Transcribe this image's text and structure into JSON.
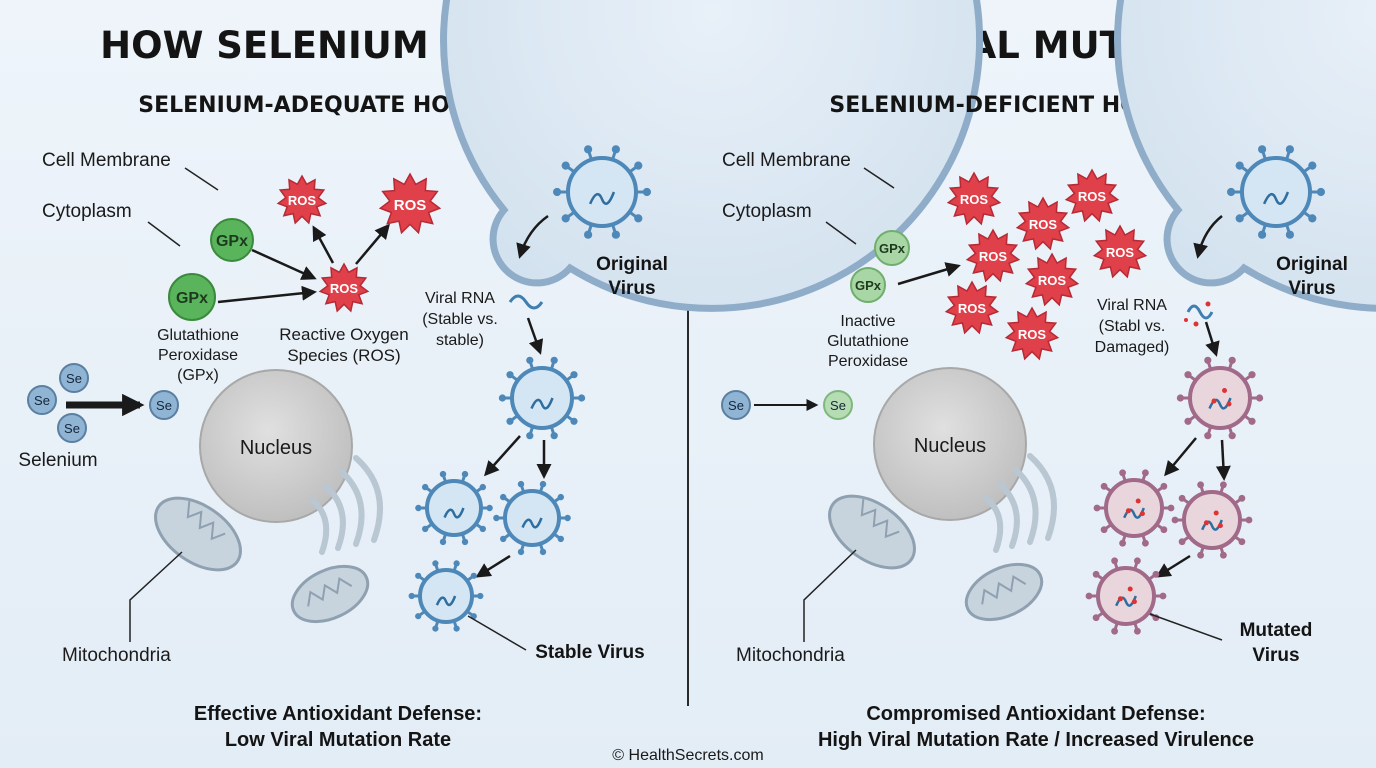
{
  "title": "HOW SELENIUM DEFICIENCY PERMITS VIRAL MUTATIONS",
  "left": {
    "heading": "SELENIUM-ADEQUATE HOST CELL",
    "cell_membrane": "Cell Membrane",
    "cytoplasm": "Cytoplasm",
    "gpx": "GPx",
    "gpx_label": [
      "Glutathione",
      "Peroxidase",
      "(GPx)"
    ],
    "ros": "ROS",
    "ros_label": [
      "Reactive Oxygen",
      "Species (ROS)"
    ],
    "viral_rna_label": [
      "Viral RNA",
      "(Stable vs.",
      "stable)"
    ],
    "original_virus": [
      "Original",
      "Virus"
    ],
    "se": "Se",
    "selenium": "Selenium",
    "nucleus": "Nucleus",
    "mitochondria": "Mitochondria",
    "stable_virus": "Stable Virus",
    "footer": [
      "Effective Antioxidant Defense:",
      "Low Viral Mutation Rate"
    ]
  },
  "right": {
    "heading": "SELENIUM-DEFICIENT HOST CELL",
    "cell_membrane": "Cell Membrane",
    "cytoplasm": "Cytoplasm",
    "gpx": "GPx",
    "gpx_label": [
      "Inactive",
      "Glutathione",
      "Peroxidase"
    ],
    "ros": "ROS",
    "viral_rna_label": [
      "Viral RNA",
      "(Stabl vs.",
      "Damaged)"
    ],
    "original_virus": [
      "Original",
      "Virus"
    ],
    "se": "Se",
    "nucleus": "Nucleus",
    "mitochondria": "Mitochondria",
    "mutated_virus": [
      "Mutated",
      "Virus"
    ],
    "footer": [
      "Compromised Antioxidant Defense:",
      "High Viral Mutation Rate / Increased Virulence"
    ]
  },
  "copyright": "© HealthSecrets.com",
  "colors": {
    "cell_fill": "#dce8f3",
    "membrane": "#8fadc8",
    "ros": "#e0404a",
    "gpx_active": "#59b45c",
    "gpx_inactive": "#a8d6a5",
    "selenium": "#8fb4d4",
    "virus_stable": "#4d88b8",
    "virus_mutated": "#a06a88"
  }
}
